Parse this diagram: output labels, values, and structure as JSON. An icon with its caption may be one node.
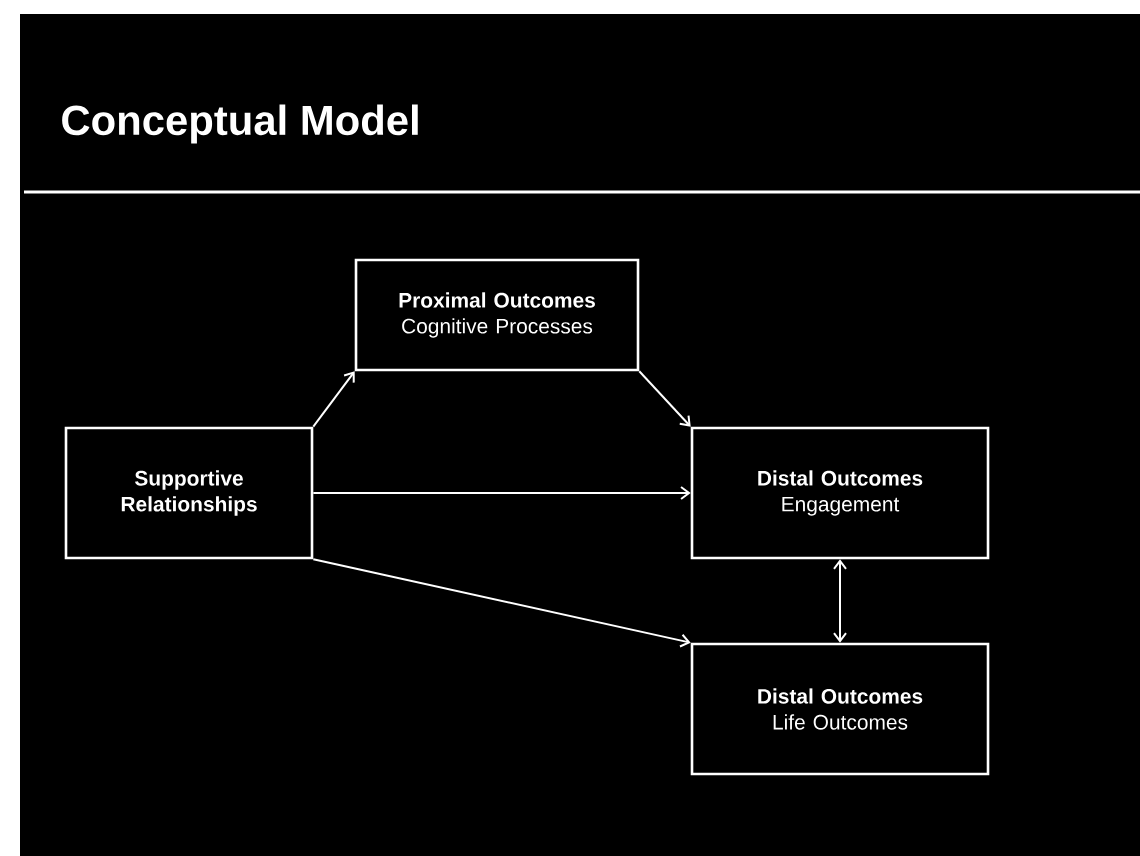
{
  "diagram": {
    "title": "Conceptual Model",
    "nodes": [
      {
        "text": [
          "Supportive Relationships"
        ]
      },
      {
        "text": [
          "Proximal Outcomes",
          "Cognitive Processes"
        ]
      },
      {
        "text": [
          "Distal Outcomes",
          "Engagement"
        ]
      },
      {
        "text": [
          "Distal Outcomes",
          "Life Outcomes"
        ]
      }
    ],
    "edges": [
      {
        "from": 0,
        "to": 1,
        "arrow": "to"
      },
      {
        "from": 1,
        "to": 2,
        "arrow": "to"
      },
      {
        "from": 0,
        "to": 2,
        "arrow": "to"
      },
      {
        "from": 0,
        "to": 3,
        "arrow": "to"
      },
      {
        "from": 2,
        "to": 3,
        "arrow": "both"
      }
    ]
  }
}
